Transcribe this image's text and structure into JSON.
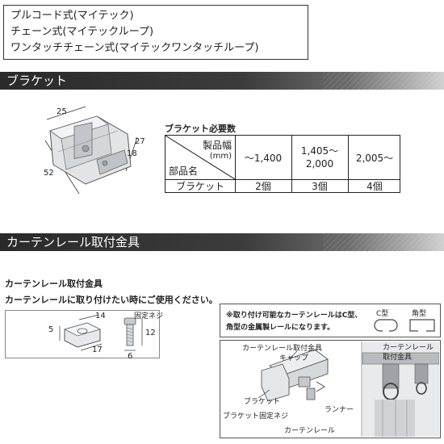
{
  "types": {
    "line1": "プルコード式(マイテック)",
    "line2": "チェーン式(マイテックループ)",
    "line3": "ワンタッチチェーン式(マイテックワンタッチループ)"
  },
  "bracket_section": {
    "title": "ブラケット",
    "dimensions": {
      "width": "25",
      "height": "27",
      "inner": "18",
      "length": "52"
    },
    "table": {
      "title": "ブラケット必要数",
      "header_top": "製品幅",
      "header_unit": "(mm)",
      "header_bottom": "部品名",
      "columns": [
        "～1,400",
        "1,405～\n2,000",
        "2,005～"
      ],
      "col2_line1": "1,405～",
      "col2_line2": "2,000",
      "row_label": "ブラケット",
      "values": [
        "2個",
        "3個",
        "4個"
      ]
    }
  },
  "rail_section": {
    "title": "カーテンレール取付金具",
    "heading": "カーテンレール取付金具",
    "subheading": "カーテンレールに取り付けたい時にご使用ください。",
    "fitting_dims": {
      "a": "14",
      "b": "5",
      "c": "17"
    },
    "screw": {
      "label": "固定ネジ",
      "length": "12",
      "diameter": "6"
    },
    "note_line1": "※取り付け可能なカーテンレールはC型、",
    "note_line2": "角型の金属製レールになります。",
    "c_type": "C型",
    "square_type": "角型",
    "diagram": {
      "fitting": "カーテンレール取付金具",
      "cap": "キャップ",
      "bracket": "ブラケット",
      "bracket_screw": "ブラケット固定ネジ",
      "runner": "ランナー",
      "rail": "カーテンレール",
      "rail2_line1": "カーテンレール",
      "rail2_line2": "取付金具"
    }
  }
}
